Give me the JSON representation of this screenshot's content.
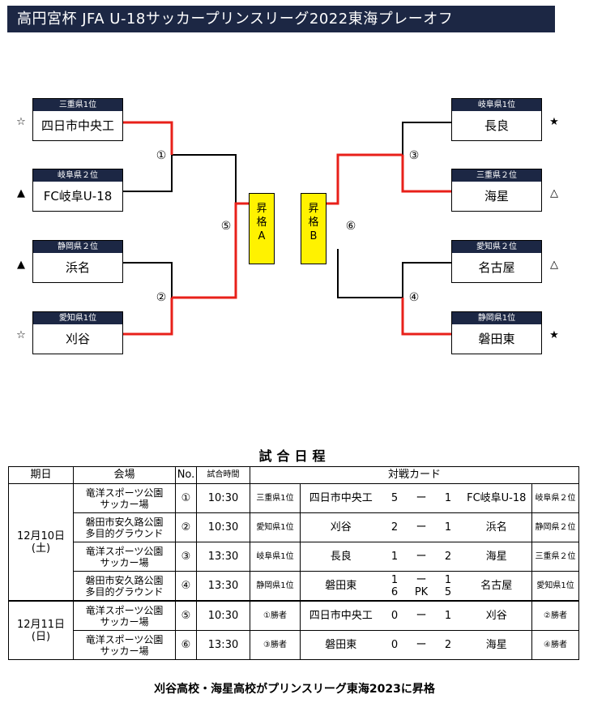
{
  "title": "高円宮杯 JFA U-18サッカープリンスリーグ2022東海プレーオフ",
  "bracket": {
    "left": [
      {
        "pref": "三重県1位",
        "name": "四日市中央工",
        "mark": "☆"
      },
      {
        "pref": "岐阜県２位",
        "name": "FC岐阜U-18",
        "mark": "▲"
      },
      {
        "pref": "静岡県２位",
        "name": "浜名",
        "mark": "▲"
      },
      {
        "pref": "愛知県1位",
        "name": "刈谷",
        "mark": "☆"
      }
    ],
    "right": [
      {
        "pref": "岐阜県1位",
        "name": "長良",
        "mark": "★"
      },
      {
        "pref": "三重県２位",
        "name": "海星",
        "mark": "△"
      },
      {
        "pref": "愛知県２位",
        "name": "名古屋",
        "mark": "△"
      },
      {
        "pref": "静岡県1位",
        "name": "磐田東",
        "mark": "★"
      }
    ],
    "match_numbers": [
      "①",
      "②",
      "③",
      "④",
      "⑤",
      "⑥"
    ],
    "promo_a": [
      "昇",
      "格",
      "A"
    ],
    "promo_b": [
      "昇",
      "格",
      "B"
    ],
    "win_color": "#e8201a"
  },
  "schedule": {
    "title": "試合日程",
    "headers": {
      "date": "期日",
      "venue": "会場",
      "no": "No.",
      "time": "試合時間",
      "card": "対戦カード"
    },
    "date1": [
      "12月10日",
      "(土)"
    ],
    "date2": [
      "12月11日",
      "(日)"
    ],
    "rows": [
      {
        "venue": [
          "竜洋スポーツ公園",
          "サッカー場"
        ],
        "no": "①",
        "time": "10:30",
        "lpref": "三重県1位",
        "lteam": "四日市中央工",
        "ls": "5",
        "dash": "ー",
        "rs": "1",
        "rteam": "FC岐阜U-18",
        "rpref": "岐阜県２位"
      },
      {
        "venue": [
          "磐田市安久路公園",
          "多目的グラウンド"
        ],
        "no": "②",
        "time": "10:30",
        "lpref": "愛知県1位",
        "lteam": "刈谷",
        "ls": "2",
        "dash": "ー",
        "rs": "1",
        "rteam": "浜名",
        "rpref": "静岡県２位"
      },
      {
        "venue": [
          "竜洋スポーツ公園",
          "サッカー場"
        ],
        "no": "③",
        "time": "13:30",
        "lpref": "岐阜県1位",
        "lteam": "長良",
        "ls": "1",
        "dash": "ー",
        "rs": "2",
        "rteam": "海星",
        "rpref": "三重県２位"
      },
      {
        "venue": [
          "磐田市安久路公園",
          "多目的グラウンド"
        ],
        "no": "④",
        "time": "13:30",
        "lpref": "静岡県1位",
        "lteam": "磐田東",
        "ls": [
          "1",
          "6"
        ],
        "dash": [
          "ー",
          "PK"
        ],
        "rs": [
          "1",
          "5"
        ],
        "rteam": "名古屋",
        "rpref": "愛知県1位"
      },
      {
        "venue": [
          "竜洋スポーツ公園",
          "サッカー場"
        ],
        "no": "⑤",
        "time": "10:30",
        "lpref": "①勝者",
        "lteam": "四日市中央工",
        "ls": "0",
        "dash": "ー",
        "rs": "1",
        "rteam": "刈谷",
        "rpref": "②勝者"
      },
      {
        "venue": [
          "竜洋スポーツ公園",
          "サッカー場"
        ],
        "no": "⑥",
        "time": "13:30",
        "lpref": "③勝者",
        "lteam": "磐田東",
        "ls": "0",
        "dash": "ー",
        "rs": "2",
        "rteam": "海星",
        "rpref": "④勝者"
      }
    ]
  },
  "footer": "刈谷高校・海星高校がプリンスリーグ東海2023に昇格"
}
